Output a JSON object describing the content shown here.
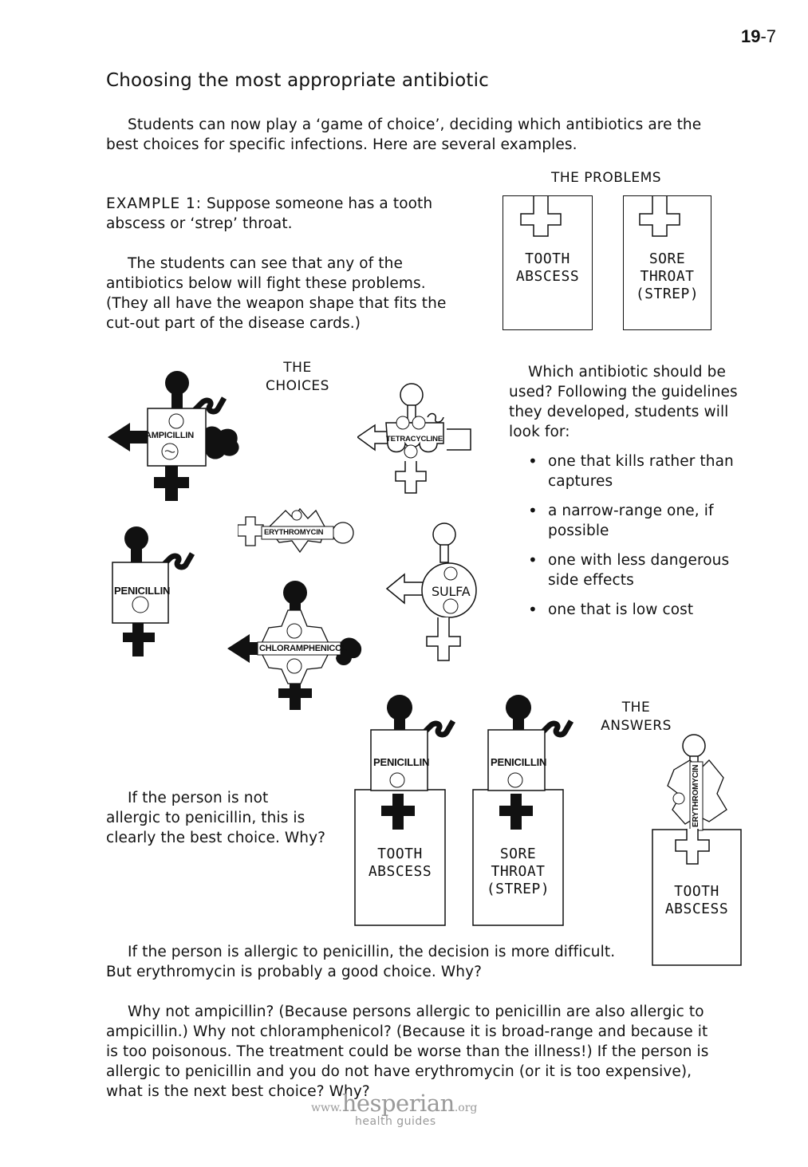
{
  "page_number": {
    "main": "19",
    "sub": "-7"
  },
  "title": "Choosing the most appropriate antibiotic",
  "intro": [
    "Students can now play a ‘game of choice’, deciding which antibiotics are the",
    "best choices for specific infections. Here are several examples."
  ],
  "problems_heading": "THE PROBLEMS",
  "example1": {
    "label": "EXAMPLE 1:",
    "text_line1": " Suppose someone has a tooth",
    "text_line2": "abscess or ‘strep’ throat.",
    "para2": [
      "The students can see that any of the",
      "antibiotics below will fight these problems.",
      "(They all have the weapon shape that fits the",
      "cut-out part of the disease cards.)"
    ]
  },
  "problem_cards": [
    {
      "lines": [
        "TOOTH",
        "ABSCESS"
      ]
    },
    {
      "lines": [
        "SORE",
        "THROAT",
        "(STREP)"
      ]
    }
  ],
  "choices_heading": [
    "THE",
    "CHOICES"
  ],
  "drugs": {
    "ampicillin": "AMPICILLIN",
    "tetracycline": "TETRACYCLINE",
    "erythromycin": "ERYTHROMYCIN",
    "penicillin": "PENICILLIN",
    "sulfa": "SULFA",
    "chloramphenicol": "CHLORAMPHENICOL"
  },
  "which_para": [
    "Which antibiotic should be",
    "used? Following the guidelines",
    "they developed, students will",
    "look for:"
  ],
  "guidelines": [
    [
      "one that kills rather than",
      "captures"
    ],
    [
      "a narrow-range one, if",
      "possible"
    ],
    [
      "one with less dangerous",
      "side effects"
    ],
    [
      "one that is low cost"
    ]
  ],
  "answers_heading": [
    "THE",
    "ANSWERS"
  ],
  "answer_cards": [
    {
      "drug": "PENICILLIN",
      "lines": [
        "TOOTH",
        "ABSCESS"
      ]
    },
    {
      "drug": "PENICILLIN",
      "lines": [
        "SORE",
        "THROAT",
        "(STREP)"
      ]
    },
    {
      "drug": "ERYTHROMYCIN",
      "lines": [
        "TOOTH",
        "ABSCESS"
      ]
    }
  ],
  "not_allergic_para": [
    "If the person is not",
    "allergic to penicillin, this is",
    "clearly the best choice. Why?"
  ],
  "allergic_para": [
    "If the person is allergic to penicillin, the decision is more difficult.",
    "But erythromycin is probably a good choice. Why?"
  ],
  "why_not_para": [
    "Why not ampicillin? (Because persons allergic to penicillin are also allergic to",
    "ampicillin.) Why not chloramphenicol? (Because it is broad-range and because it",
    "is too poisonous. The treatment could be worse than the illness!) If the person is",
    "allergic to penicillin and you do not have erythromycin (or it is too expensive),",
    "what is the next best choice? Why?"
  ],
  "footer": {
    "prefix": "www.",
    "brand": "hesperian",
    "suffix": ".org",
    "tagline": "health guides"
  }
}
